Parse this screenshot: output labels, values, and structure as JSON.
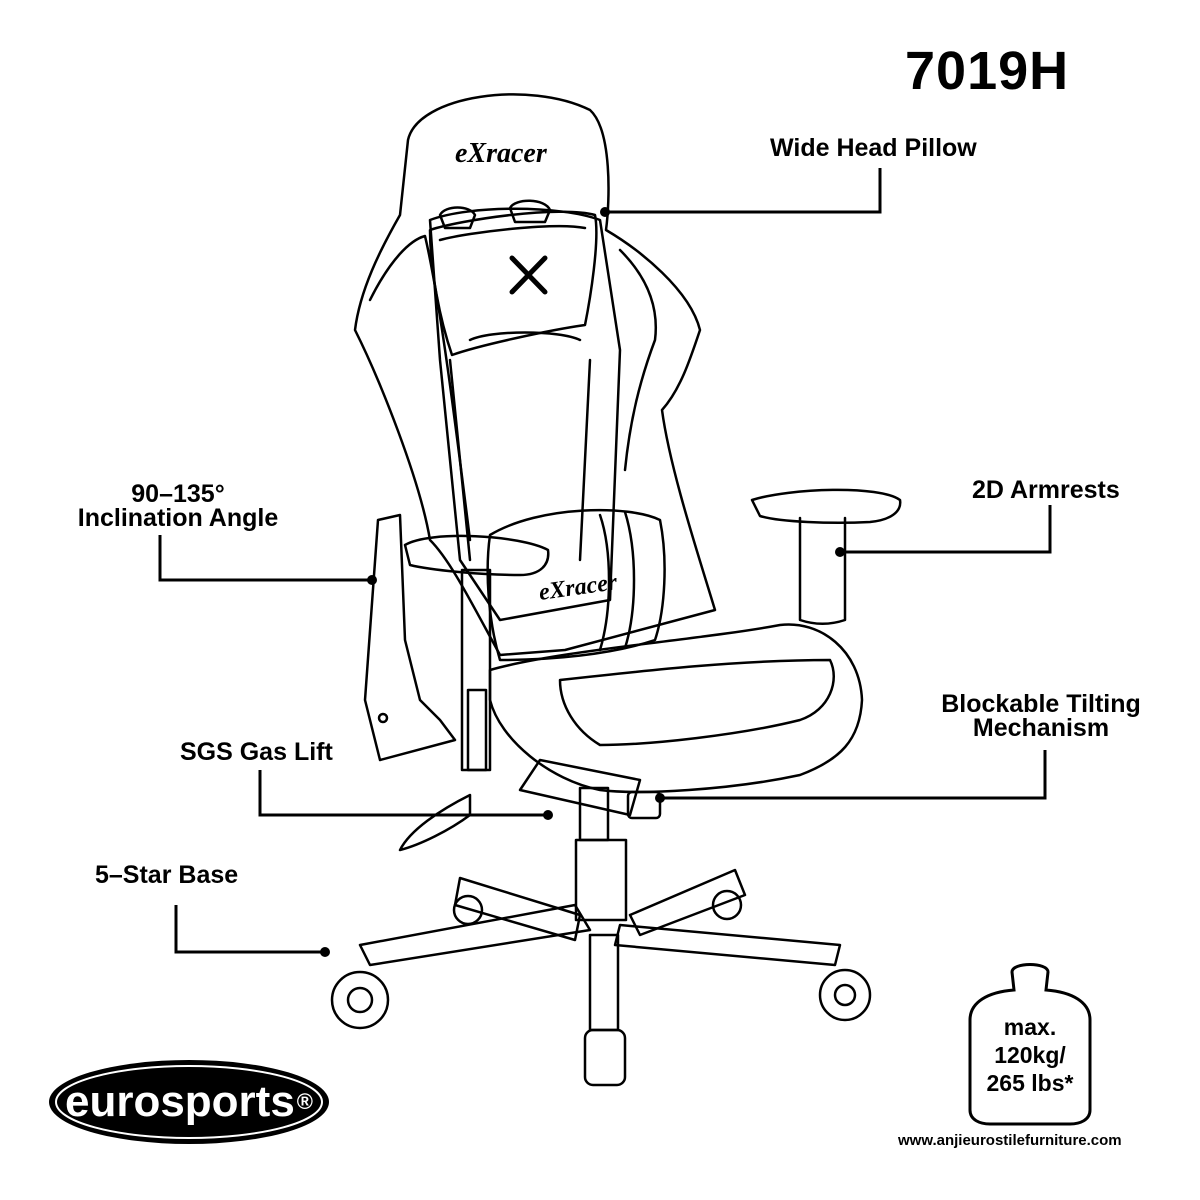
{
  "model": "7019H",
  "brand_text": "eXracer",
  "labels": {
    "head_pillow": "Wide Head Pillow",
    "incline_line1": "90–135°",
    "incline_line2": "Inclination Angle",
    "armrests": "2D Armrests",
    "tilt_line1": "Blockable Tilting",
    "tilt_line2": "Mechanism",
    "gas_lift": "SGS Gas Lift",
    "base": "5–Star Base"
  },
  "weight_badge": {
    "line1": "max.",
    "line2": "120kg/",
    "line3": "265 lbs*"
  },
  "logo": {
    "text": "eurosports",
    "mark": "®"
  },
  "website": "www.anjieurostilefurniture.com"
}
